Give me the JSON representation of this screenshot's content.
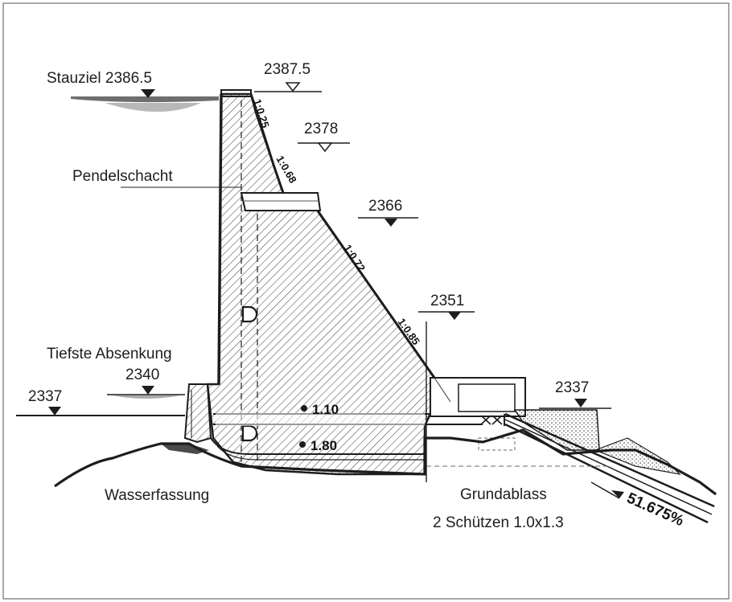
{
  "labels": {
    "stauziel": "Stauziel 2386.5",
    "crest": "2387.5",
    "elev_2378": "2378",
    "pendelschacht": "Pendelschacht",
    "elev_2366": "2366",
    "elev_2351": "2351",
    "tiefste_absenkung": "Tiefste Absenkung",
    "elev_2340": "2340",
    "elev_2337_left": "2337",
    "elev_2337_right": "2337",
    "wasserfassung": "Wasserfassung",
    "grundablass": "Grundablass",
    "schuetzen": "2 Schützen  1.0x1.3",
    "pipe_1": "1.10",
    "pipe_2": "1.80",
    "gradient": "51.675%"
  },
  "slopes": [
    "1:0.25",
    "1:0.68",
    "1:0.72",
    "1:0.85"
  ],
  "colors": {
    "ink": "#1d1d1d",
    "hatch": "#3a3a3a",
    "border": "#6e6e6e"
  }
}
